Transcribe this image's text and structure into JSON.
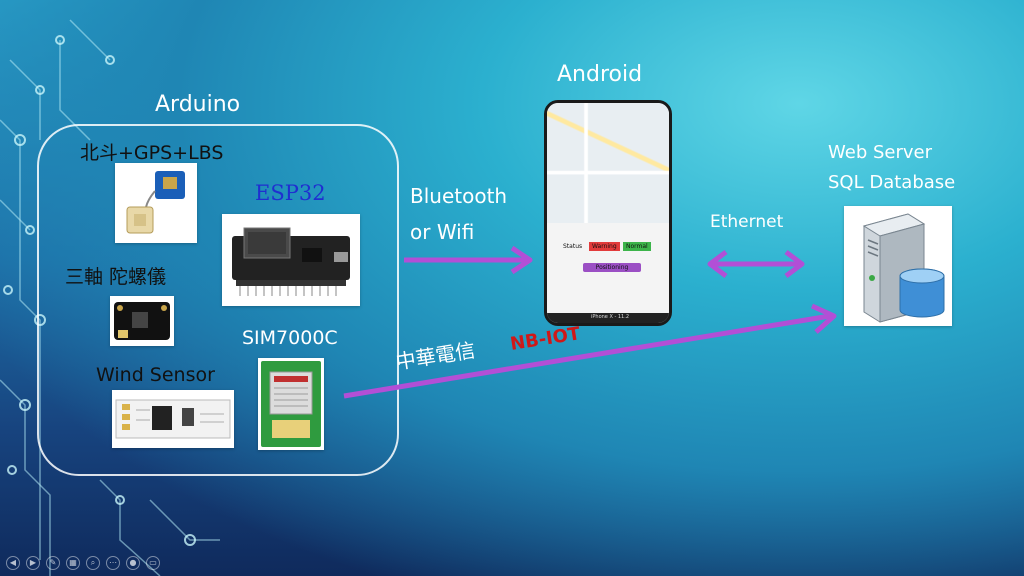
{
  "labels": {
    "arduino": "Arduino",
    "gps": "北斗+GPS+LBS",
    "esp32": "ESP32",
    "gyro": "三軸 陀螺儀",
    "sim": "SIM7000C",
    "wind": "Wind Sensor",
    "android": "Android",
    "bt_line1": "Bluetooth",
    "bt_line2": "or Wifi",
    "ethernet": "Ethernet",
    "server_line1": "Web Server",
    "server_line2": "SQL Database",
    "carrier": "中華電信",
    "nbiot": "NB-IOT"
  },
  "phone": {
    "status_label": "Status",
    "warning": "Warning",
    "normal": "Normal",
    "positioning": "Positioning",
    "bottom": "iPhone X - 11.2"
  },
  "colors": {
    "arrow": "#b24fd6",
    "esp32_text": "#1f2fd0",
    "nbiot_text": "#d01818",
    "warning_bg": "#e23b3b",
    "normal_bg": "#3cb44a",
    "positioning_bg": "#9b4fc4"
  },
  "taskbar_icons": [
    "prev-icon",
    "next-icon",
    "pen-icon",
    "slides-icon",
    "zoom-icon",
    "menu-icon",
    "play-icon",
    "camera-icon"
  ]
}
